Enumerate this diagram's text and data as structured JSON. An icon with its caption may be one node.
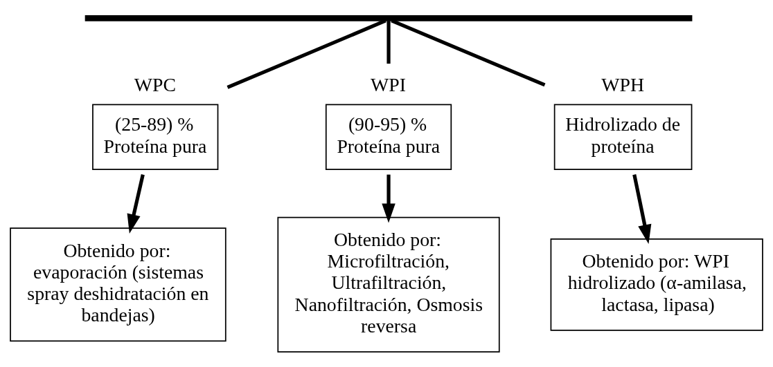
{
  "diagram": {
    "nodes": [
      {
        "text": [],
        "shape": "bar"
      },
      {
        "text": [
          "WPC",
          "(25-89) % Proteína pura"
        ]
      },
      {
        "text": [
          "WPI",
          "(90-95) % Proteína pura"
        ]
      },
      {
        "text": [
          "WPH",
          "Hidrolizado de proteína"
        ]
      },
      {
        "text": [
          "Obtenido por: evaporación (sistemas spray deshidratación en bandejas)"
        ]
      },
      {
        "text": [
          "Obtenido por: Microfiltración, Ultrafiltración, Nanofiltración, Osmosis reversa"
        ]
      },
      {
        "text": [
          "Obtenido por: WPI hidrolizado (α-amilasa, lactasa, lipasa)"
        ]
      }
    ],
    "edges": [
      {
        "from": 0,
        "to": 1,
        "arrow": "none"
      },
      {
        "from": 0,
        "to": 2,
        "arrow": "none"
      },
      {
        "from": 0,
        "to": 3,
        "arrow": "none"
      },
      {
        "from": 1,
        "to": 4,
        "arrow": "to"
      },
      {
        "from": 2,
        "to": 5,
        "arrow": "to"
      },
      {
        "from": 3,
        "to": 6,
        "arrow": "to"
      }
    ]
  }
}
